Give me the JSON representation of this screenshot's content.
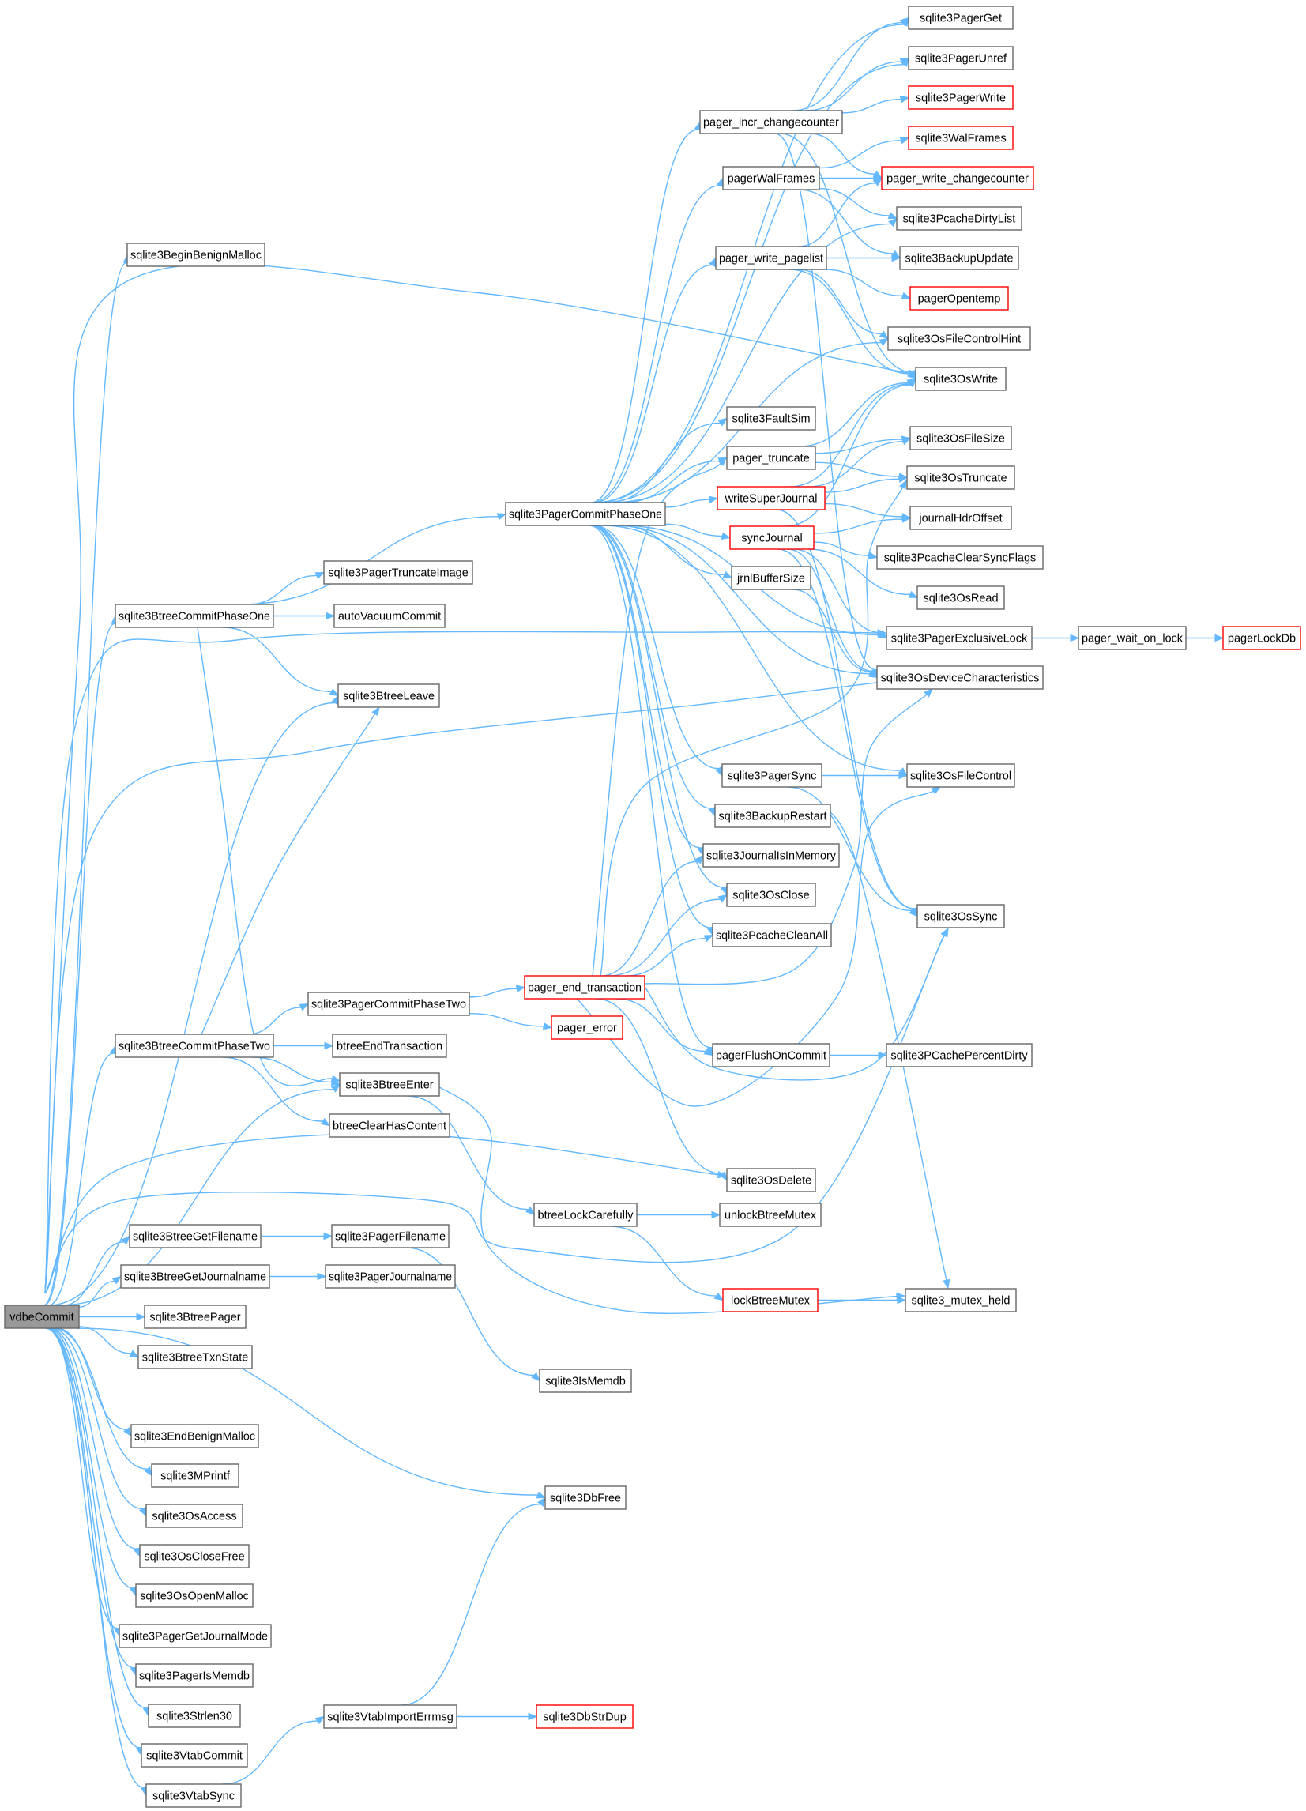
{
  "colors": {
    "edge": "#63b8ff",
    "node_border": "#666666",
    "node_border_truncated": "#ff0000",
    "root_fill": "#999999"
  },
  "nodes": [
    {
      "id": "vdbeCommit",
      "label": "vdbeCommit",
      "root": true
    },
    {
      "id": "sqlite3BeginBenignMalloc",
      "label": "sqlite3BeginBenignMalloc"
    },
    {
      "id": "sqlite3BtreeCommitPhaseOne",
      "label": "sqlite3BtreeCommitPhaseOne"
    },
    {
      "id": "sqlite3BtreeCommitPhaseTwo",
      "label": "sqlite3BtreeCommitPhaseTwo"
    },
    {
      "id": "sqlite3BtreeGetFilename",
      "label": "sqlite3BtreeGetFilename"
    },
    {
      "id": "sqlite3BtreeGetJournalname",
      "label": "sqlite3BtreeGetJournalname"
    },
    {
      "id": "sqlite3BtreePager",
      "label": "sqlite3BtreePager"
    },
    {
      "id": "sqlite3BtreeTxnState",
      "label": "sqlite3BtreeTxnState"
    },
    {
      "id": "sqlite3EndBenignMalloc",
      "label": "sqlite3EndBenignMalloc"
    },
    {
      "id": "sqlite3MPrintf",
      "label": "sqlite3MPrintf"
    },
    {
      "id": "sqlite3OsAccess",
      "label": "sqlite3OsAccess"
    },
    {
      "id": "sqlite3OsCloseFree",
      "label": "sqlite3OsCloseFree"
    },
    {
      "id": "sqlite3OsOpenMalloc",
      "label": "sqlite3OsOpenMalloc"
    },
    {
      "id": "sqlite3PagerGetJournalMode",
      "label": "sqlite3PagerGetJournalMode"
    },
    {
      "id": "sqlite3PagerIsMemdb",
      "label": "sqlite3PagerIsMemdb"
    },
    {
      "id": "sqlite3Strlen30",
      "label": "sqlite3Strlen30"
    },
    {
      "id": "sqlite3VtabCommit",
      "label": "sqlite3VtabCommit"
    },
    {
      "id": "sqlite3VtabSync",
      "label": "sqlite3VtabSync"
    },
    {
      "id": "sqlite3PagerCommitPhaseOne",
      "label": "sqlite3PagerCommitPhaseOne"
    },
    {
      "id": "sqlite3PagerTruncateImage",
      "label": "sqlite3PagerTruncateImage"
    },
    {
      "id": "autoVacuumCommit",
      "label": "autoVacuumCommit"
    },
    {
      "id": "sqlite3BtreeLeave",
      "label": "sqlite3BtreeLeave"
    },
    {
      "id": "sqlite3BtreeEnter",
      "label": "sqlite3BtreeEnter"
    },
    {
      "id": "sqlite3PagerCommitPhaseTwo",
      "label": "sqlite3PagerCommitPhaseTwo"
    },
    {
      "id": "btreeEndTransaction",
      "label": "btreeEndTransaction"
    },
    {
      "id": "btreeClearHasContent",
      "label": "btreeClearHasContent"
    },
    {
      "id": "sqlite3PagerFilename",
      "label": "sqlite3PagerFilename"
    },
    {
      "id": "sqlite3PagerJournalname",
      "label": "sqlite3PagerJournalname"
    },
    {
      "id": "sqlite3IsMemdb",
      "label": "sqlite3IsMemdb"
    },
    {
      "id": "sqlite3DbFree",
      "label": "sqlite3DbFree"
    },
    {
      "id": "sqlite3VtabImportErrmsg",
      "label": "sqlite3VtabImportErrmsg"
    },
    {
      "id": "sqlite3DbStrDup",
      "label": "sqlite3DbStrDup",
      "truncated": true
    },
    {
      "id": "pager_end_transaction",
      "label": "pager_end_transaction",
      "truncated": true
    },
    {
      "id": "pager_error",
      "label": "pager_error",
      "truncated": true
    },
    {
      "id": "btreeLockCarefully",
      "label": "btreeLockCarefully"
    },
    {
      "id": "unlockBtreeMutex",
      "label": "unlockBtreeMutex"
    },
    {
      "id": "lockBtreeMutex",
      "label": "lockBtreeMutex",
      "truncated": true
    },
    {
      "id": "sqlite3_mutex_held",
      "label": "sqlite3_mutex_held"
    },
    {
      "id": "sqlite3OsDelete",
      "label": "sqlite3OsDelete"
    },
    {
      "id": "pagerFlushOnCommit",
      "label": "pagerFlushOnCommit"
    },
    {
      "id": "sqlite3PCachePercentDirty",
      "label": "sqlite3PCachePercentDirty"
    },
    {
      "id": "sqlite3PcacheCleanAll",
      "label": "sqlite3PcacheCleanAll"
    },
    {
      "id": "sqlite3OsClose",
      "label": "sqlite3OsClose"
    },
    {
      "id": "sqlite3JournalIsInMemory",
      "label": "sqlite3JournalIsInMemory"
    },
    {
      "id": "sqlite3BackupRestart",
      "label": "sqlite3BackupRestart"
    },
    {
      "id": "sqlite3PagerSync",
      "label": "sqlite3PagerSync"
    },
    {
      "id": "sqlite3OsSync",
      "label": "sqlite3OsSync"
    },
    {
      "id": "sqlite3OsFileControl",
      "label": "sqlite3OsFileControl"
    },
    {
      "id": "sqlite3OsDeviceCharacteristics",
      "label": "sqlite3OsDeviceCharacteristics"
    },
    {
      "id": "sqlite3PagerExclusiveLock",
      "label": "sqlite3PagerExclusiveLock"
    },
    {
      "id": "pager_wait_on_lock",
      "label": "pager_wait_on_lock"
    },
    {
      "id": "pagerLockDb",
      "label": "pagerLockDb",
      "truncated": true
    },
    {
      "id": "jrnlBufferSize",
      "label": "jrnlBufferSize"
    },
    {
      "id": "syncJournal",
      "label": "syncJournal",
      "truncated": true
    },
    {
      "id": "sqlite3OsRead",
      "label": "sqlite3OsRead"
    },
    {
      "id": "sqlite3PcacheClearSyncFlags",
      "label": "sqlite3PcacheClearSyncFlags"
    },
    {
      "id": "journalHdrOffset",
      "label": "journalHdrOffset"
    },
    {
      "id": "writeSuperJournal",
      "label": "writeSuperJournal",
      "truncated": true
    },
    {
      "id": "sqlite3OsTruncate",
      "label": "sqlite3OsTruncate"
    },
    {
      "id": "sqlite3OsFileSize",
      "label": "sqlite3OsFileSize"
    },
    {
      "id": "pager_truncate",
      "label": "pager_truncate"
    },
    {
      "id": "sqlite3FaultSim",
      "label": "sqlite3FaultSim"
    },
    {
      "id": "sqlite3OsWrite",
      "label": "sqlite3OsWrite"
    },
    {
      "id": "sqlite3OsFileControlHint",
      "label": "sqlite3OsFileControlHint"
    },
    {
      "id": "pager_write_pagelist",
      "label": "pager_write_pagelist"
    },
    {
      "id": "pagerOpentemp",
      "label": "pagerOpentemp",
      "truncated": true
    },
    {
      "id": "sqlite3BackupUpdate",
      "label": "sqlite3BackupUpdate"
    },
    {
      "id": "sqlite3PcacheDirtyList",
      "label": "sqlite3PcacheDirtyList"
    },
    {
      "id": "pagerWalFrames",
      "label": "pagerWalFrames"
    },
    {
      "id": "pager_write_changecounter",
      "label": "pager_write_changecounter",
      "truncated": true
    },
    {
      "id": "sqlite3WalFrames",
      "label": "sqlite3WalFrames",
      "truncated": true
    },
    {
      "id": "pager_incr_changecounter",
      "label": "pager_incr_changecounter"
    },
    {
      "id": "sqlite3PagerWrite",
      "label": "sqlite3PagerWrite",
      "truncated": true
    },
    {
      "id": "sqlite3PagerUnref",
      "label": "sqlite3PagerUnref"
    },
    {
      "id": "sqlite3PagerGet",
      "label": "sqlite3PagerGet"
    }
  ],
  "edges": [
    [
      "vdbeCommit",
      "sqlite3BeginBenignMalloc"
    ],
    [
      "vdbeCommit",
      "sqlite3BtreeCommitPhaseOne"
    ],
    [
      "vdbeCommit",
      "sqlite3BtreeCommitPhaseTwo"
    ],
    [
      "vdbeCommit",
      "sqlite3BtreeEnter"
    ],
    [
      "vdbeCommit",
      "sqlite3BtreeLeave"
    ],
    [
      "vdbeCommit",
      "sqlite3BtreeGetFilename"
    ],
    [
      "vdbeCommit",
      "sqlite3BtreeGetJournalname"
    ],
    [
      "vdbeCommit",
      "sqlite3BtreePager"
    ],
    [
      "vdbeCommit",
      "sqlite3BtreeTxnState"
    ],
    [
      "vdbeCommit",
      "sqlite3DbFree"
    ],
    [
      "vdbeCommit",
      "sqlite3EndBenignMalloc"
    ],
    [
      "vdbeCommit",
      "sqlite3MPrintf"
    ],
    [
      "vdbeCommit",
      "sqlite3OsAccess"
    ],
    [
      "vdbeCommit",
      "sqlite3OsCloseFree"
    ],
    [
      "vdbeCommit",
      "sqlite3OsDelete"
    ],
    [
      "vdbeCommit",
      "sqlite3OsDeviceCharacteristics"
    ],
    [
      "vdbeCommit",
      "sqlite3OsOpenMalloc"
    ],
    [
      "vdbeCommit",
      "sqlite3OsSync"
    ],
    [
      "vdbeCommit",
      "sqlite3OsWrite"
    ],
    [
      "vdbeCommit",
      "sqlite3PagerExclusiveLock"
    ],
    [
      "vdbeCommit",
      "sqlite3PagerGetJournalMode"
    ],
    [
      "vdbeCommit",
      "sqlite3PagerIsMemdb"
    ],
    [
      "vdbeCommit",
      "sqlite3Strlen30"
    ],
    [
      "vdbeCommit",
      "sqlite3VtabCommit"
    ],
    [
      "vdbeCommit",
      "sqlite3VtabSync"
    ],
    [
      "sqlite3BtreeCommitPhaseOne",
      "autoVacuumCommit"
    ],
    [
      "sqlite3BtreeCommitPhaseOne",
      "sqlite3BtreeEnter"
    ],
    [
      "sqlite3BtreeCommitPhaseOne",
      "sqlite3BtreeLeave"
    ],
    [
      "sqlite3BtreeCommitPhaseOne",
      "sqlite3PagerCommitPhaseOne"
    ],
    [
      "sqlite3BtreeCommitPhaseOne",
      "sqlite3PagerTruncateImage"
    ],
    [
      "sqlite3BtreeCommitPhaseTwo",
      "btreeClearHasContent"
    ],
    [
      "sqlite3BtreeCommitPhaseTwo",
      "btreeEndTransaction"
    ],
    [
      "sqlite3BtreeCommitPhaseTwo",
      "sqlite3BtreeEnter"
    ],
    [
      "sqlite3BtreeCommitPhaseTwo",
      "sqlite3BtreeLeave"
    ],
    [
      "sqlite3BtreeCommitPhaseTwo",
      "sqlite3PagerCommitPhaseTwo"
    ],
    [
      "sqlite3BtreeGetFilename",
      "sqlite3PagerFilename"
    ],
    [
      "sqlite3BtreeGetJournalname",
      "sqlite3PagerJournalname"
    ],
    [
      "sqlite3PagerFilename",
      "sqlite3IsMemdb"
    ],
    [
      "sqlite3VtabSync",
      "sqlite3VtabImportErrmsg"
    ],
    [
      "sqlite3VtabImportErrmsg",
      "sqlite3DbFree"
    ],
    [
      "sqlite3VtabImportErrmsg",
      "sqlite3DbStrDup"
    ],
    [
      "sqlite3BtreeEnter",
      "btreeLockCarefully"
    ],
    [
      "sqlite3BtreeEnter",
      "sqlite3_mutex_held"
    ],
    [
      "btreeLockCarefully",
      "lockBtreeMutex"
    ],
    [
      "btreeLockCarefully",
      "unlockBtreeMutex"
    ],
    [
      "lockBtreeMutex",
      "sqlite3_mutex_held"
    ],
    [
      "sqlite3PagerCommitPhaseTwo",
      "pager_end_transaction"
    ],
    [
      "sqlite3PagerCommitPhaseTwo",
      "pager_error"
    ],
    [
      "pager_end_transaction",
      "pager_truncate"
    ],
    [
      "pager_end_transaction",
      "pagerFlushOnCommit"
    ],
    [
      "pager_end_transaction",
      "sqlite3JournalIsInMemory"
    ],
    [
      "pager_end_transaction",
      "sqlite3OsClose"
    ],
    [
      "pager_end_transaction",
      "sqlite3OsDelete"
    ],
    [
      "pager_end_transaction",
      "sqlite3OsDeviceCharacteristics"
    ],
    [
      "pager_end_transaction",
      "sqlite3OsFileControl"
    ],
    [
      "pager_end_transaction",
      "sqlite3OsSync"
    ],
    [
      "pager_end_transaction",
      "sqlite3OsTruncate"
    ],
    [
      "pager_end_transaction",
      "sqlite3PcacheCleanAll"
    ],
    [
      "pagerFlushOnCommit",
      "sqlite3PCachePercentDirty"
    ],
    [
      "sqlite3PagerCommitPhaseOne",
      "jrnlBufferSize"
    ],
    [
      "sqlite3PagerCommitPhaseOne",
      "pager_incr_changecounter"
    ],
    [
      "sqlite3PagerCommitPhaseOne",
      "pager_truncate"
    ],
    [
      "sqlite3PagerCommitPhaseOne",
      "pager_write_pagelist"
    ],
    [
      "sqlite3PagerCommitPhaseOne",
      "pagerFlushOnCommit"
    ],
    [
      "sqlite3PagerCommitPhaseOne",
      "pagerWalFrames"
    ],
    [
      "sqlite3PagerCommitPhaseOne",
      "sqlite3BackupRestart"
    ],
    [
      "sqlite3PagerCommitPhaseOne",
      "sqlite3FaultSim"
    ],
    [
      "sqlite3PagerCommitPhaseOne",
      "sqlite3JournalIsInMemory"
    ],
    [
      "sqlite3PagerCommitPhaseOne",
      "sqlite3OsClose"
    ],
    [
      "sqlite3PagerCommitPhaseOne",
      "sqlite3OsDeviceCharacteristics"
    ],
    [
      "sqlite3PagerCommitPhaseOne",
      "sqlite3OsFileControl"
    ],
    [
      "sqlite3PagerCommitPhaseOne",
      "sqlite3OsFileControlHint"
    ],
    [
      "sqlite3PagerCommitPhaseOne",
      "sqlite3PagerExclusiveLock"
    ],
    [
      "sqlite3PagerCommitPhaseOne",
      "sqlite3PagerGet"
    ],
    [
      "sqlite3PagerCommitPhaseOne",
      "sqlite3PagerSync"
    ],
    [
      "sqlite3PagerCommitPhaseOne",
      "sqlite3PagerUnref"
    ],
    [
      "sqlite3PagerCommitPhaseOne",
      "sqlite3PcacheCleanAll"
    ],
    [
      "sqlite3PagerCommitPhaseOne",
      "sqlite3PcacheDirtyList"
    ],
    [
      "sqlite3PagerCommitPhaseOne",
      "syncJournal"
    ],
    [
      "sqlite3PagerCommitPhaseOne",
      "writeSuperJournal"
    ],
    [
      "sqlite3PagerSync",
      "sqlite3OsFileControl"
    ],
    [
      "sqlite3PagerSync",
      "sqlite3OsSync"
    ],
    [
      "sqlite3BackupRestart",
      "sqlite3_mutex_held"
    ],
    [
      "jrnlBufferSize",
      "sqlite3OsDeviceCharacteristics"
    ],
    [
      "sqlite3PagerExclusiveLock",
      "pager_wait_on_lock"
    ],
    [
      "pager_wait_on_lock",
      "pagerLockDb"
    ],
    [
      "syncJournal",
      "journalHdrOffset"
    ],
    [
      "syncJournal",
      "sqlite3OsDeviceCharacteristics"
    ],
    [
      "syncJournal",
      "sqlite3OsRead"
    ],
    [
      "syncJournal",
      "sqlite3OsSync"
    ],
    [
      "syncJournal",
      "sqlite3OsWrite"
    ],
    [
      "syncJournal",
      "sqlite3PagerExclusiveLock"
    ],
    [
      "syncJournal",
      "sqlite3PcacheClearSyncFlags"
    ],
    [
      "writeSuperJournal",
      "journalHdrOffset"
    ],
    [
      "writeSuperJournal",
      "sqlite3OsFileSize"
    ],
    [
      "writeSuperJournal",
      "sqlite3OsSync"
    ],
    [
      "writeSuperJournal",
      "sqlite3OsTruncate"
    ],
    [
      "writeSuperJournal",
      "sqlite3OsWrite"
    ],
    [
      "pager_truncate",
      "sqlite3OsFileSize"
    ],
    [
      "pager_truncate",
      "sqlite3OsTruncate"
    ],
    [
      "pager_truncate",
      "sqlite3OsWrite"
    ],
    [
      "pager_write_pagelist",
      "pagerOpentemp"
    ],
    [
      "pager_write_pagelist",
      "sqlite3BackupUpdate"
    ],
    [
      "pager_write_pagelist",
      "sqlite3OsFileControlHint"
    ],
    [
      "pager_write_pagelist",
      "sqlite3OsWrite"
    ],
    [
      "pager_write_pagelist",
      "pager_write_changecounter"
    ],
    [
      "pagerWalFrames",
      "pager_write_changecounter"
    ],
    [
      "pagerWalFrames",
      "sqlite3BackupUpdate"
    ],
    [
      "pagerWalFrames",
      "sqlite3PcacheDirtyList"
    ],
    [
      "pagerWalFrames",
      "sqlite3WalFrames"
    ],
    [
      "pager_incr_changecounter",
      "pager_write_changecounter"
    ],
    [
      "pager_incr_changecounter",
      "sqlite3OsDeviceCharacteristics"
    ],
    [
      "pager_incr_changecounter",
      "sqlite3OsWrite"
    ],
    [
      "pager_incr_changecounter",
      "sqlite3PagerGet"
    ],
    [
      "pager_incr_changecounter",
      "sqlite3PagerUnref"
    ],
    [
      "pager_incr_changecounter",
      "sqlite3PagerWrite"
    ]
  ]
}
